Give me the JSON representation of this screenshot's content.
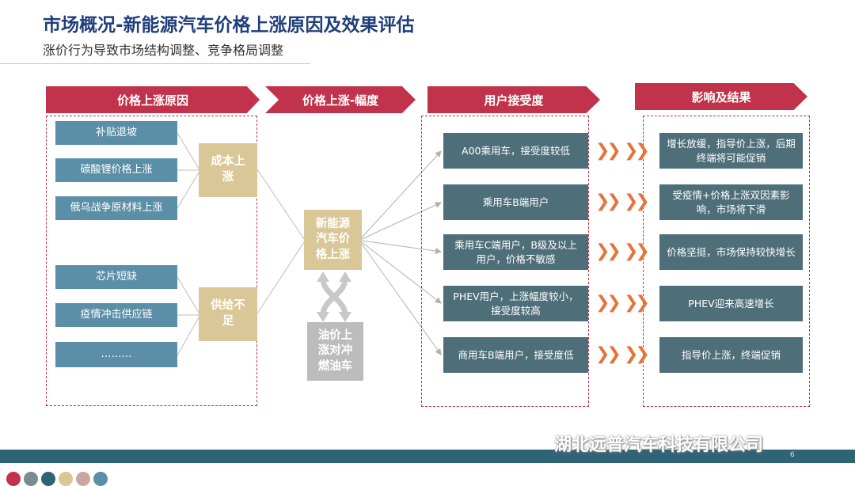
{
  "header": {
    "title": "市场概况-新能源汽车价格上涨原因及效果评估",
    "subtitle": "涨价行为导致市场结构调整、竞争格局调整"
  },
  "stages": [
    "价格上涨原因",
    "价格上涨-幅度",
    "用户接受度",
    "影响及结果"
  ],
  "causes": {
    "cost_items": [
      "补贴退坡",
      "碳酸锂价格上涨",
      "俄乌战争原材料上涨"
    ],
    "cost_label": "成本上涨",
    "supply_items": [
      "芯片短缺",
      "疫情冲击供应链",
      "………"
    ],
    "supply_label": "供给不足"
  },
  "center": {
    "main": "新能源汽车价格上涨",
    "oil": "油价上涨对冲燃油车"
  },
  "users": [
    "A00乘用车，接受度较低",
    "乘用车B端用户",
    "乘用车C端用户，B级及以上用户，价格不敏感",
    "PHEV用户，上涨幅度较小，接受度较高",
    "商用车B端用户，接受度低"
  ],
  "results": [
    "增长放缓，指导价上涨，后期终端将可能促销",
    "受疫情+价格上涨双因素影响，市场将下滑",
    "价格坚挺，市场保持较快增长",
    "PHEV迎来高速增长",
    "指导价上涨，终端促销"
  ],
  "arrow_glyph": "❯❯",
  "footer": {
    "watermark": "湖北远普汽车科技有限公司",
    "page": "6",
    "bar_color": "#2f6476",
    "dot_colors": [
      "#c0334a",
      "#7b8c8e",
      "#2f6476",
      "#d9c797",
      "#c9a7a0",
      "#5b8fa8"
    ]
  },
  "colors": {
    "accent_red": "#c0334a",
    "title_blue": "#1f3e7a",
    "box_blue": "#5b8fa8",
    "box_teal": "#4e6f7a",
    "box_tan": "#d9c797",
    "box_grey": "#bcbcbc",
    "arrow_orange": "#e8733a"
  }
}
